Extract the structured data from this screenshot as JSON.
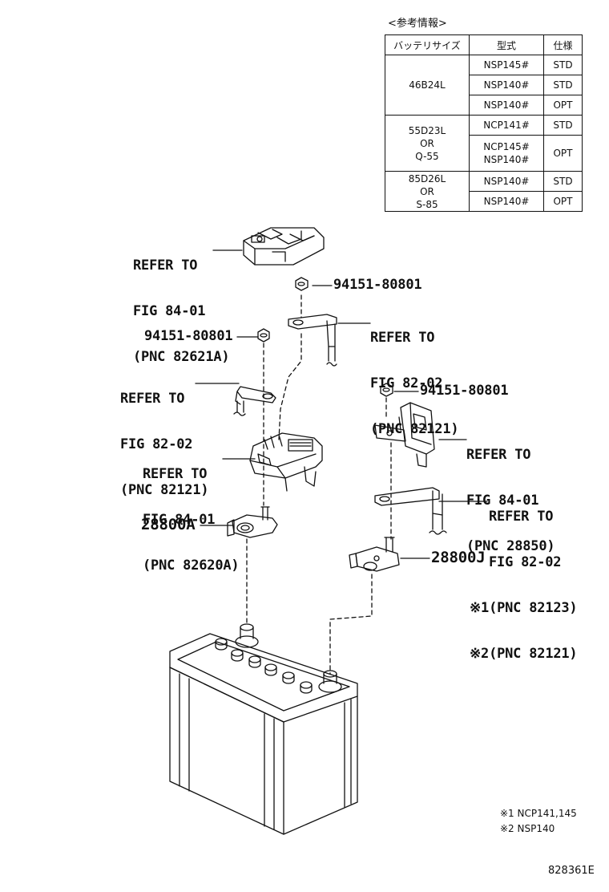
{
  "spec_table": {
    "title": "<参考情報>",
    "headers": [
      "バッテリサイズ",
      "型式",
      "仕様"
    ],
    "groups": [
      {
        "size_lines": [
          "46B24L"
        ],
        "rows": [
          {
            "model_lines": [
              "NSP145#"
            ],
            "spec": "STD"
          },
          {
            "model_lines": [
              "NSP140#"
            ],
            "spec": "STD"
          },
          {
            "model_lines": [
              "NSP140#"
            ],
            "spec": "OPT"
          }
        ]
      },
      {
        "size_lines": [
          "55D23L",
          "OR",
          "Q-55"
        ],
        "rows": [
          {
            "model_lines": [
              "NCP141#"
            ],
            "spec": "STD"
          },
          {
            "model_lines": [
              "NCP145#",
              "NSP140#"
            ],
            "spec": "OPT"
          }
        ]
      },
      {
        "size_lines": [
          "85D26L",
          "OR",
          "S-85"
        ],
        "rows": [
          {
            "model_lines": [
              "NSP140#"
            ],
            "spec": "STD"
          },
          {
            "model_lines": [
              "NSP140#"
            ],
            "spec": "OPT"
          }
        ]
      }
    ]
  },
  "callouts": {
    "refer_82621a": [
      "REFER TO",
      "FIG 84-01",
      "(PNC 82621A)"
    ],
    "nut_1": "94151-80801",
    "refer_82121_top": [
      "REFER TO",
      "FIG 82-02",
      "(PNC 82121)"
    ],
    "nut_2": "94151-80801",
    "refer_82121_left": [
      "REFER TO",
      "FIG 82-02",
      "(PNC 82121)"
    ],
    "nut_3": "94151-80801",
    "refer_28850": [
      "REFER TO",
      "FIG 84-01",
      "(PNC 28850)"
    ],
    "refer_82620a": [
      "REFER TO",
      "FIG 84-01",
      "(PNC 82620A)"
    ],
    "refer_82123": [
      "REFER TO",
      "FIG 82-02",
      "※1(PNC 82123)",
      "※2(PNC 82121)"
    ],
    "part_28800a": "28800A",
    "part_28800j": "28800J"
  },
  "notes": [
    "※1 NCP141,145",
    "※2 NSP140"
  ],
  "figure_id": "828361E"
}
